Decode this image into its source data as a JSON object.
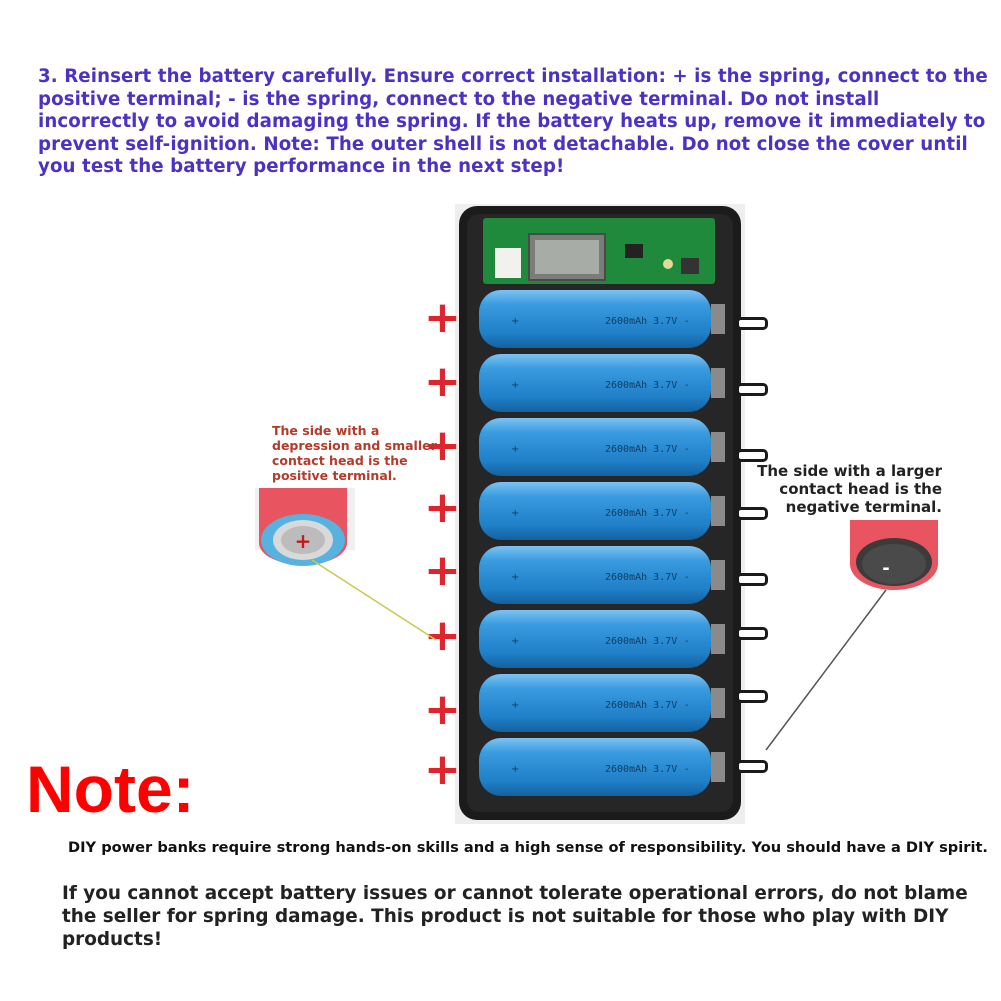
{
  "instructions": "3. Reinsert the battery carefully. Ensure correct installation: + is the spring, connect to the positive terminal; - is the spring, connect to the negative terminal. Do not install incorrectly to avoid damaging the spring. If the battery heats up, remove it immediately to prevent self-ignition. Note: The outer shell is not detachable. Do not close the cover until you test the battery performance in the next step!",
  "positive_label": "The side with a depression and smaller contact head is the positive terminal.",
  "negative_label": "The side with a larger contact head is the negative terminal.",
  "plus_symbol": "+",
  "positive_cell_mark": "+",
  "negative_cell_mark": "-",
  "battery_text": "2600mAh 3.7V",
  "battery_plus": "+",
  "battery_minus": "-",
  "battery_count": 8,
  "note_title": "Note:",
  "note_line": "DIY power banks require strong hands-on skills and a high sense of responsibility. You should have a DIY spirit.",
  "warning": "If you cannot accept battery issues or cannot tolerate operational errors, do not blame the seller for spring damage. This product is not suitable for those who play with DIY products!",
  "colors": {
    "instruction_text": "#4b32c3",
    "plus_marker": "#e0242d",
    "note_title": "#ff0000",
    "battery": "#2f8fd6",
    "pcb": "#1f8a3c",
    "cell_wrap": "#e8545f"
  },
  "icons": [
    "plus-marker",
    "minus-marker",
    "battery-cell",
    "lcd-display",
    "circuit-board"
  ]
}
